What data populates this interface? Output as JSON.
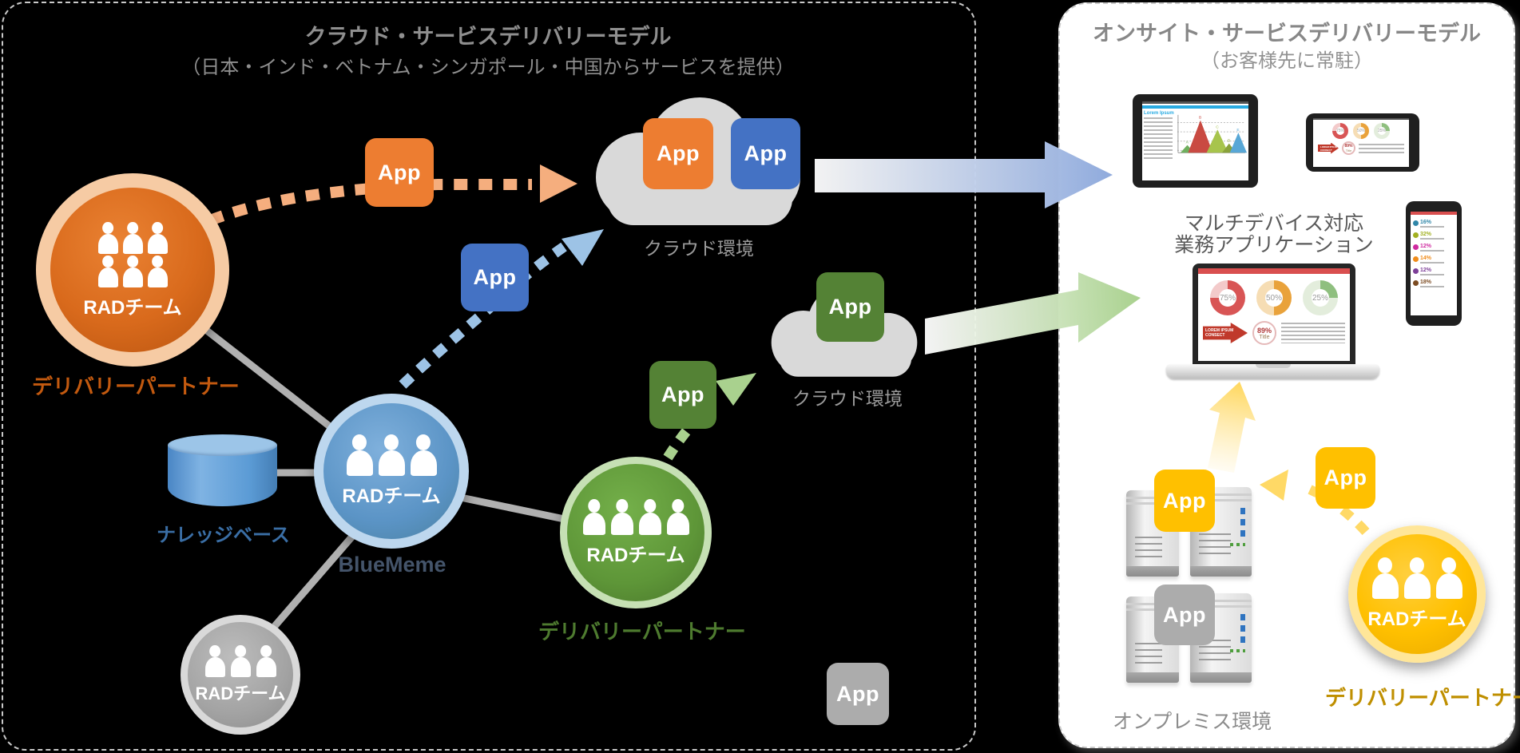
{
  "left_panel": {
    "title": "クラウド・サービスデリバリーモデル",
    "subtitle": "（日本・インド・ベトナム・シンガポール・中国からサービスを提供）",
    "orange_team": {
      "name": "RADチーム",
      "caption": "デリバリーパートナー"
    },
    "blue_team": {
      "name": "RADチーム",
      "caption": "BlueMeme"
    },
    "green_team": {
      "name": "RADチーム",
      "caption": "デリバリーパートナー"
    },
    "gray_team": {
      "name": "RADチーム"
    },
    "knowledge_base_label": "ナレッジベース",
    "cloud1_label": "クラウド環境",
    "cloud2_label": "クラウド環境",
    "apps": {
      "cloud1_orange": "App",
      "cloud1_blue": "App",
      "floating_orange": "App",
      "floating_blue": "App",
      "floating_green": "App",
      "cloud2_green": "App",
      "bottom_gray": "App"
    }
  },
  "right_panel": {
    "title": "オンサイト・サービスデリバリーモデル",
    "subtitle": "（お客様先に常駐）",
    "multi_device_caption_line1": "マルチデバイス対応",
    "multi_device_caption_line2": "業務アプリケーション",
    "onpremise_label": "オンプレミス環境",
    "yellow_team": {
      "name": "RADチーム",
      "caption": "デリバリーパートナー"
    },
    "apps": {
      "server_yellow": "App",
      "server_gray": "App",
      "floating_yellow": "App"
    },
    "devices": {
      "tablet_chart": {
        "heading": "Lorem Ipsum",
        "points": [
          "A",
          "B",
          "C",
          "D",
          "E"
        ]
      },
      "dashboard": {
        "donuts": [
          "75%",
          "50%",
          "25%"
        ],
        "arrow_text": "LOREM IPSUM CONSECT",
        "badge_value": "89%",
        "badge_label": "Title"
      },
      "phone": {
        "stats": [
          "16%",
          "32%",
          "12%",
          "14%",
          "12%",
          "18%"
        ]
      }
    }
  },
  "colors": {
    "orange_app": "#ED7D31",
    "blue_app": "#4472C4",
    "green_app": "#548235",
    "yellow_app": "#FFC000",
    "gray_app": "#ACACAC",
    "cloud_gray": "#D9D9D9",
    "orange_caption": "#C2590F",
    "green_caption": "#4E7B2F",
    "yellow_caption": "#BF8F00",
    "knowledge_blue": "#3A6EA5",
    "bluememe_navy": "#44546A",
    "panel_text_gray": "#8F8F8F",
    "arrow_blue": "#8FAADC",
    "arrow_green": "#A9D18E",
    "arrow_yellow": "#FFD75E",
    "dash_orange": "#F5AE7E",
    "dash_blue": "#9DC3E6",
    "dash_green": "#A9D18E",
    "dash_yellow": "#FFD966"
  }
}
